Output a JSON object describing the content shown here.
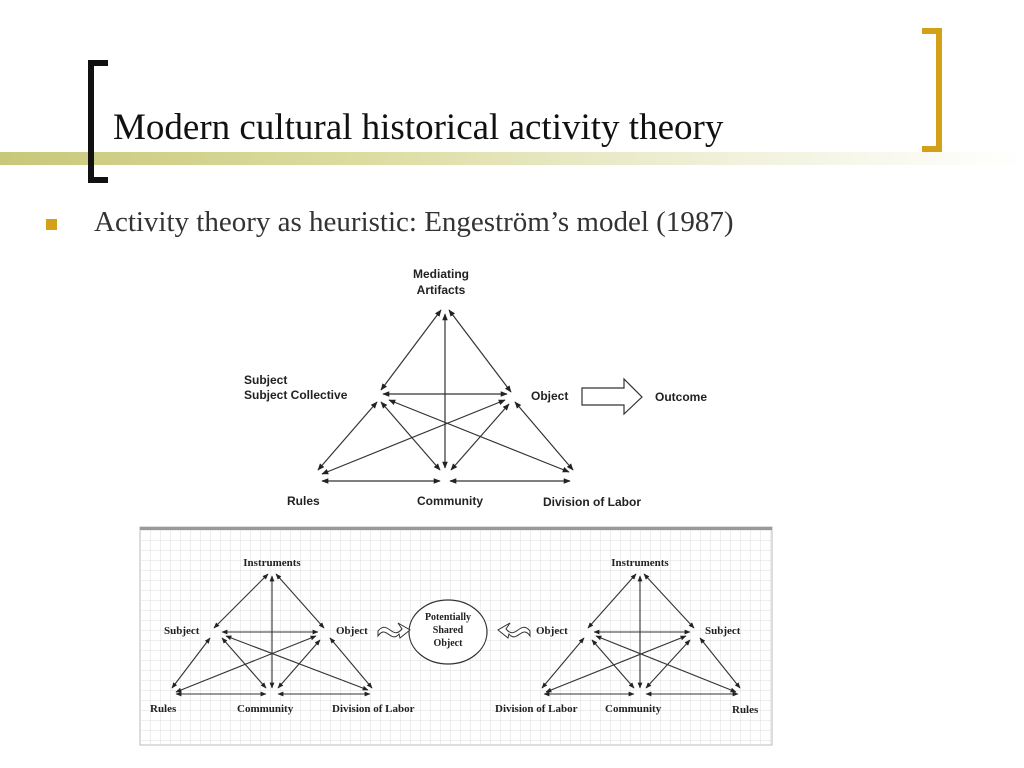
{
  "slide": {
    "title": "Modern cultural historical activity theory",
    "bullet": "Activity theory as heuristic: Engeström’s model (1987)"
  },
  "colors": {
    "accent_gold": "#d4a017",
    "bracket_dark": "#111111",
    "title_bar": "#c8c87a"
  },
  "diagram_top": {
    "mediating_line1": "Mediating",
    "mediating_line2": "Artifacts",
    "subject_line1": "Subject",
    "subject_line2": "Subject Collective",
    "object": "Object",
    "outcome": "Outcome",
    "rules": "Rules",
    "community": "Community",
    "division": "Division of Labor"
  },
  "diagram_bottom": {
    "left": {
      "instruments": "Instruments",
      "subject": "Subject",
      "object": "Object",
      "rules": "Rules",
      "community": "Community",
      "division": "Division of Labor"
    },
    "shared_line1": "Potentially",
    "shared_line2": "Shared",
    "shared_line3": "Object",
    "right": {
      "instruments": "Instruments",
      "subject": "Subject",
      "object": "Object",
      "rules": "Rules",
      "community": "Community",
      "division": "Division of Labor"
    }
  }
}
